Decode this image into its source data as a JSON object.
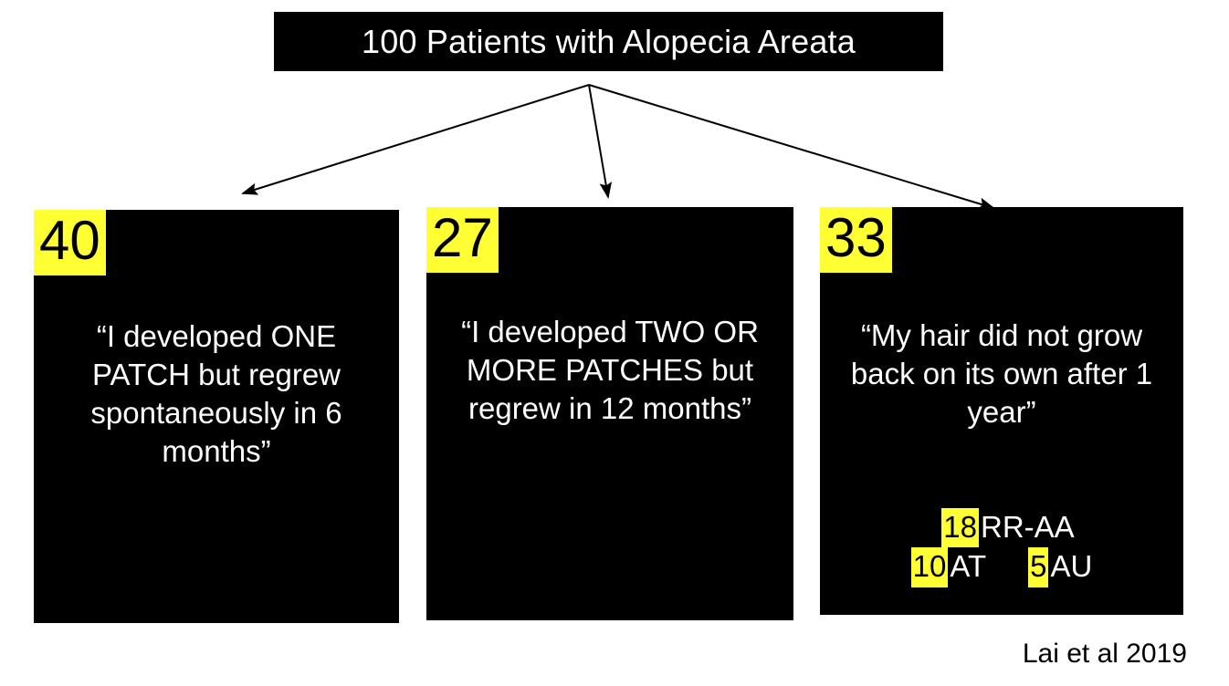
{
  "figure": {
    "title": "100 Patients with Alopecia Areata",
    "citation": "Lai et al 2019",
    "colors": {
      "box_background": "#000000",
      "box_text": "#ffffff",
      "highlight": "#ffff33",
      "highlight_text": "#000000",
      "page_background": "#ffffff",
      "arrow": "#000000"
    },
    "total_patients": "100"
  },
  "branches": [
    {
      "count": "40",
      "quote": "“I developed ONE PATCH but regrew spontaneously in 6 months”"
    },
    {
      "count": "27",
      "quote": "“I developed TWO OR MORE PATCHES but regrew in 12 months”"
    },
    {
      "count": "33",
      "quote": "“My hair did not grow back on its own after 1 year”",
      "subtypes": [
        {
          "count": "18",
          "label": "RR-AA"
        },
        {
          "count": "10",
          "label": "AT"
        },
        {
          "count": "5",
          "label": "AU"
        }
      ]
    }
  ],
  "arrows": [
    {
      "name": "arrow-to-branch-1",
      "from": "645,93",
      "to": "262,214"
    },
    {
      "name": "arrow-to-branch-2",
      "from": "645,93",
      "to": "668,222"
    },
    {
      "name": "arrow-to-branch-3",
      "from": "645,93",
      "to": "1093,232"
    }
  ]
}
